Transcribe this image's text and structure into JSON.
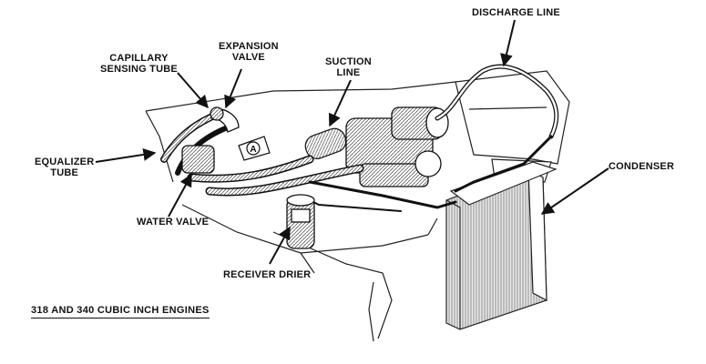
{
  "labels": {
    "discharge_line": "DISCHARGE LINE",
    "capillary_1": "CAPILLARY",
    "capillary_2": "SENSING TUBE",
    "expansion_1": "EXPANSION",
    "expansion_2": "VALVE",
    "suction_1": "SUCTION",
    "suction_2": "LINE",
    "equalizer_1": "EQUALIZER",
    "equalizer_2": "TUBE",
    "condenser": "CONDENSER",
    "water_valve": "WATER VALVE",
    "receiver_drier": "RECEIVER DRIER",
    "callout_a": "A"
  },
  "caption": "318 AND 340 CUBIC INCH ENGINES"
}
